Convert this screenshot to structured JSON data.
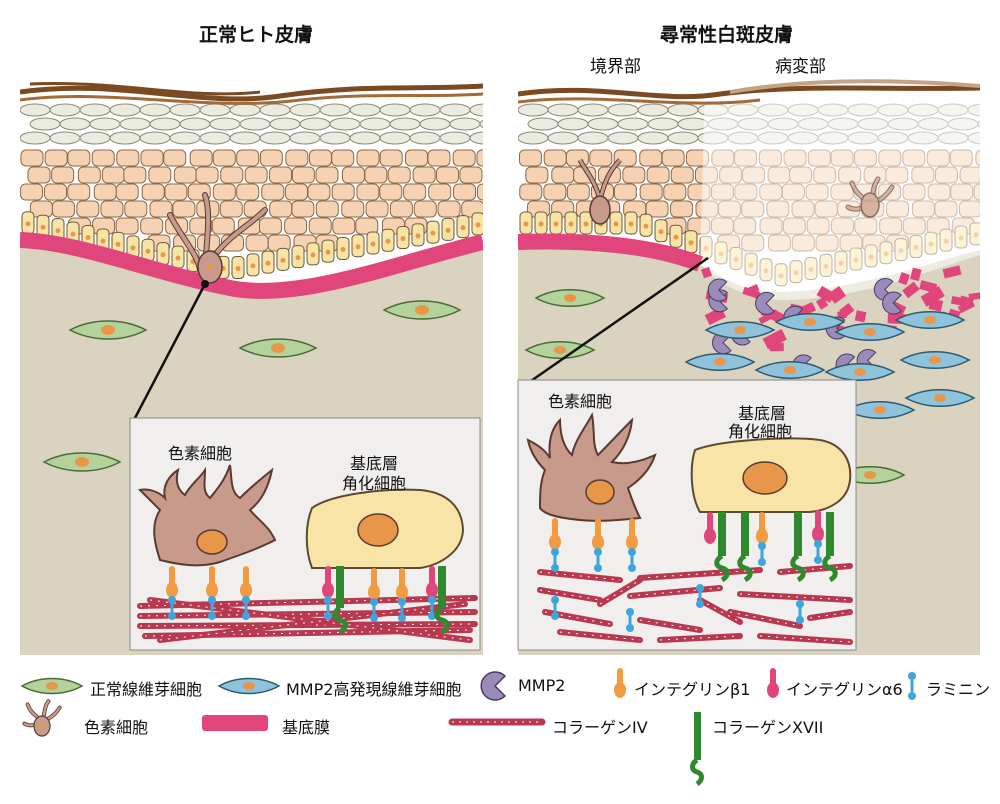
{
  "left_panel": {
    "title": "正常ヒト皮膚",
    "inset": {
      "melanocyte_label": "色素細胞",
      "keratinocyte_label_line1": "基底層",
      "keratinocyte_label_line2": "角化細胞"
    }
  },
  "right_panel": {
    "title": "尋常性白斑皮膚",
    "border_label": "境界部",
    "lesion_label": "病変部",
    "inset": {
      "melanocyte_label": "色素細胞",
      "keratinocyte_label_line1": "基底層",
      "keratinocyte_label_line2": "角化細胞"
    }
  },
  "legend": [
    {
      "icon": "normal-fibroblast-icon",
      "label": "正常線維芽細胞"
    },
    {
      "icon": "mmp2-fibroblast-icon",
      "label": "MMP2高発現線維芽細胞"
    },
    {
      "icon": "mmp2-icon",
      "label": "MMP2"
    },
    {
      "icon": "integrin-b1-icon",
      "label": "インテグリンβ1"
    },
    {
      "icon": "integrin-a6-icon",
      "label": "インテグリンα6"
    },
    {
      "icon": "laminin-icon",
      "label": "ラミニン"
    },
    {
      "icon": "melanocyte-icon",
      "label": "色素細胞"
    },
    {
      "icon": "basement-membrane-icon",
      "label": "基底膜"
    },
    {
      "icon": "collagen-iv-icon",
      "label": "コラーゲンIV"
    },
    {
      "icon": "collagen-xvii-icon",
      "label": "コラーゲンXVII"
    }
  ],
  "colors": {
    "dermis": "#d9d3bf",
    "basement_membrane": "#e0457b",
    "keratinocyte": "#f6d2b2",
    "basal_cell": "#f9e4a8",
    "nucleus": "#e8974a",
    "melanocyte": "#c79a8c",
    "normal_fibroblast": "#b4d39a",
    "mmp2_fibroblast": "#8fc3dc",
    "mmp2": "#9b8bb8",
    "integrin_b1": "#f29b43",
    "integrin_a6": "#e0457b",
    "laminin": "#3ea6dc",
    "collagen_iv": "#b8384f",
    "collagen_xvii": "#2f8a2f",
    "stratum_corneum": "#7a4a22"
  }
}
